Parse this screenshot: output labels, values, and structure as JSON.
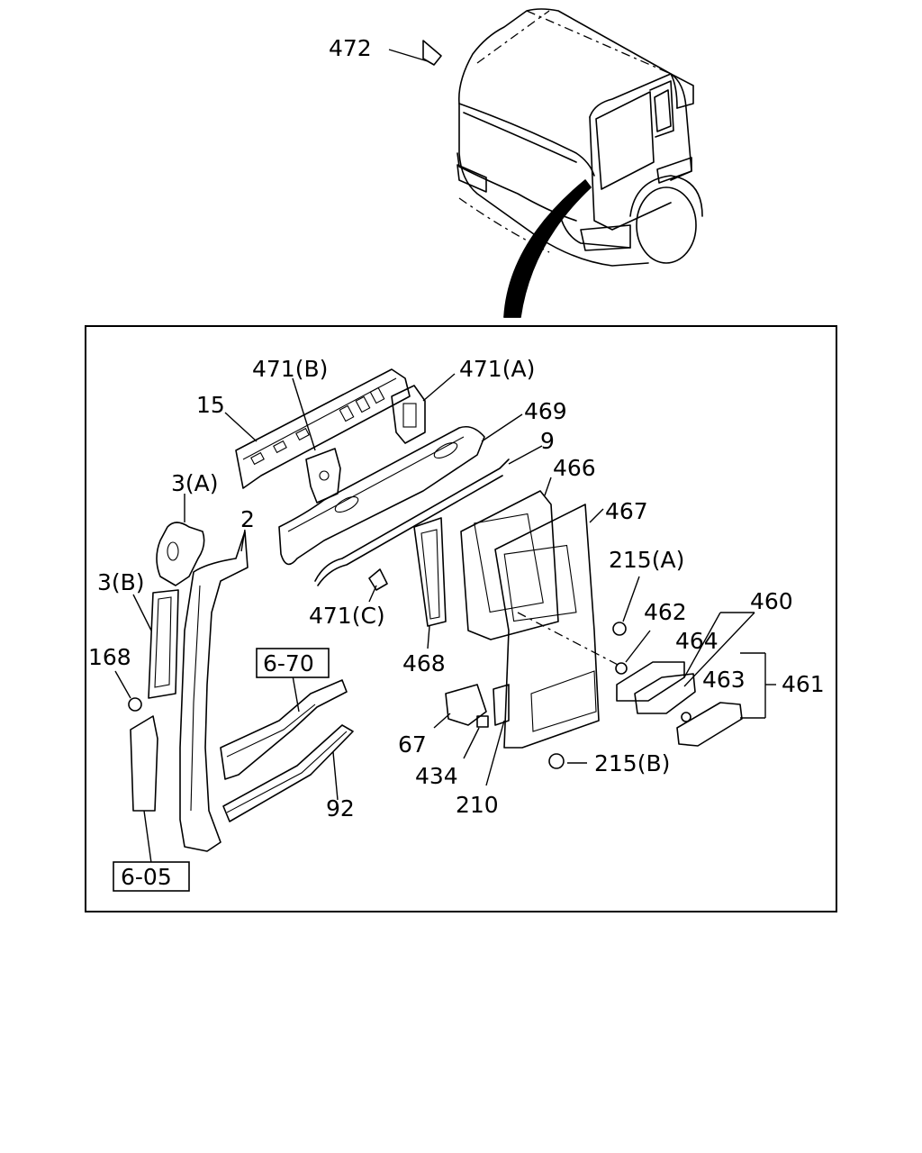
{
  "labels": {
    "l472": "472",
    "l471b": "471(B)",
    "l471a": "471(A)",
    "l15": "15",
    "l469": "469",
    "l9": "9",
    "l466": "466",
    "l3a": "3(A)",
    "l2": "2",
    "l467": "467",
    "l3b": "3(B)",
    "l215a": "215(A)",
    "l471c": "471(C)",
    "l460": "460",
    "l462": "462",
    "l168": "168",
    "l464": "464",
    "l468": "468",
    "l463": "463",
    "l461": "461",
    "l67": "67",
    "l215b": "215(B)",
    "l434": "434",
    "l92": "92",
    "l210": "210"
  },
  "refs": {
    "r670": "6-70",
    "r605": "6-05"
  }
}
